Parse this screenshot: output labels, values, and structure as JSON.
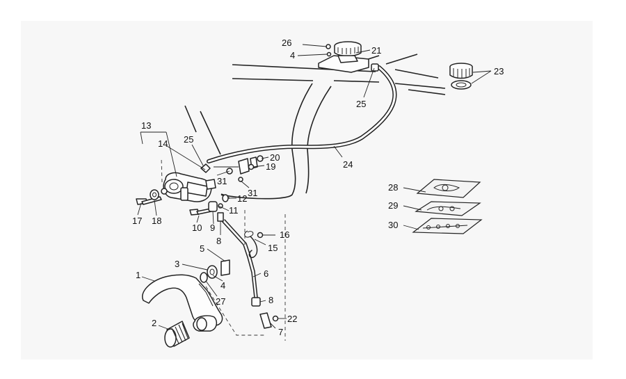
{
  "diagram": {
    "callouts": [
      {
        "id": "c26",
        "text": "26"
      },
      {
        "id": "c4a",
        "text": "4"
      },
      {
        "id": "c21",
        "text": "21"
      },
      {
        "id": "c23",
        "text": "23"
      },
      {
        "id": "c25a",
        "text": "25"
      },
      {
        "id": "c13",
        "text": "13"
      },
      {
        "id": "c14",
        "text": "14"
      },
      {
        "id": "c25b",
        "text": "25"
      },
      {
        "id": "c20",
        "text": "20"
      },
      {
        "id": "c19",
        "text": "19"
      },
      {
        "id": "c24",
        "text": "24"
      },
      {
        "id": "c31a",
        "text": "31"
      },
      {
        "id": "c31b",
        "text": "31"
      },
      {
        "id": "c12",
        "text": "12"
      },
      {
        "id": "c11",
        "text": "11"
      },
      {
        "id": "c17",
        "text": "17"
      },
      {
        "id": "c18",
        "text": "18"
      },
      {
        "id": "c10",
        "text": "10"
      },
      {
        "id": "c9",
        "text": "9"
      },
      {
        "id": "c8a",
        "text": "8"
      },
      {
        "id": "c16",
        "text": "16"
      },
      {
        "id": "c15",
        "text": "15"
      },
      {
        "id": "c28",
        "text": "28"
      },
      {
        "id": "c29",
        "text": "29"
      },
      {
        "id": "c30",
        "text": "30"
      },
      {
        "id": "c5",
        "text": "5"
      },
      {
        "id": "c3",
        "text": "3"
      },
      {
        "id": "c4b",
        "text": "4"
      },
      {
        "id": "c6",
        "text": "6"
      },
      {
        "id": "c1",
        "text": "1"
      },
      {
        "id": "c27",
        "text": "27"
      },
      {
        "id": "c8b",
        "text": "8"
      },
      {
        "id": "c2",
        "text": "2"
      },
      {
        "id": "c22",
        "text": "22"
      },
      {
        "id": "c7",
        "text": "7"
      }
    ]
  }
}
